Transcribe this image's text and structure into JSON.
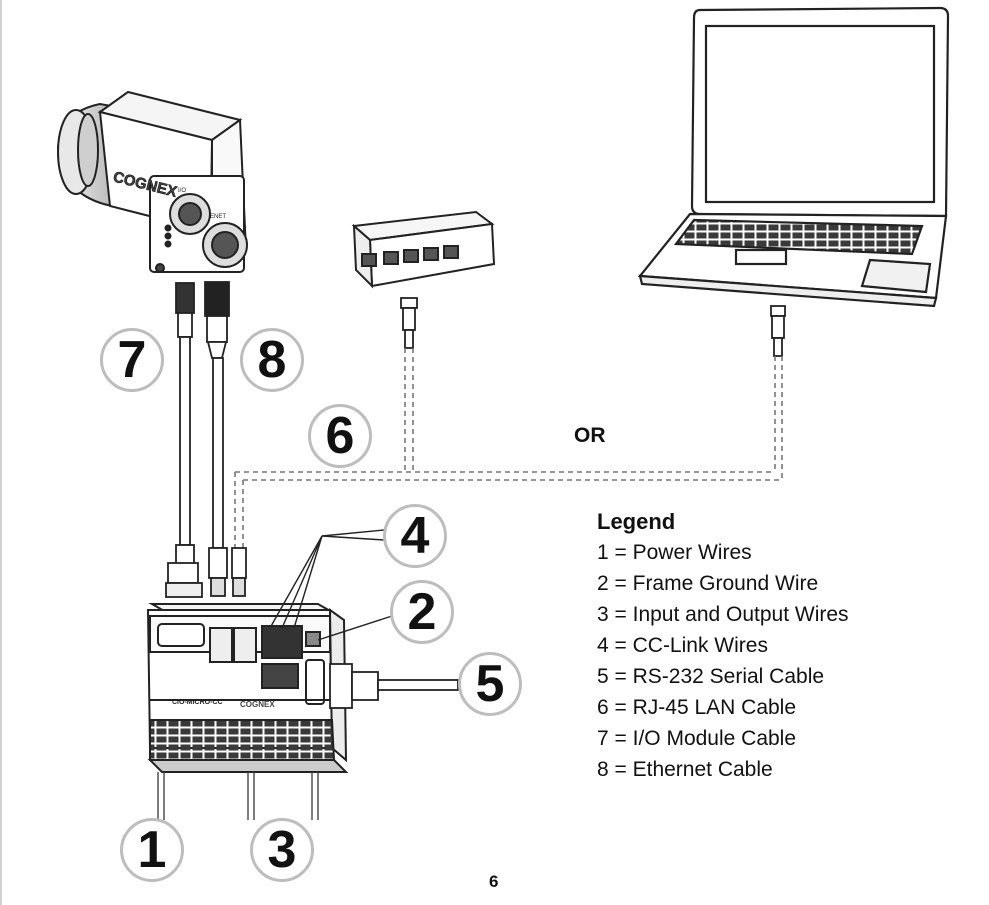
{
  "callouts": [
    "1",
    "2",
    "3",
    "4",
    "5",
    "6",
    "7",
    "8"
  ],
  "or_label": "OR",
  "legend": {
    "title": "Legend",
    "items": [
      "1 = Power Wires",
      "2 = Frame Ground Wire",
      "3 = Input and Output Wires",
      "4 = CC-Link Wires",
      "5 = RS-232 Serial Cable",
      "6 = RJ-45 LAN Cable",
      "7 = I/O Module Cable",
      "8 = Ethernet Cable"
    ]
  },
  "device_labels": {
    "camera_brand": "COGNEX",
    "camera_port_io": "I/O",
    "camera_port_enet": "ENET",
    "module_model": "CIO-MICRO-CC",
    "module_brand": "COGNEX"
  },
  "page_number": "6",
  "colors": {
    "line": "#222222",
    "dashed": "#777777",
    "callout_border": "#bdbdbd"
  }
}
